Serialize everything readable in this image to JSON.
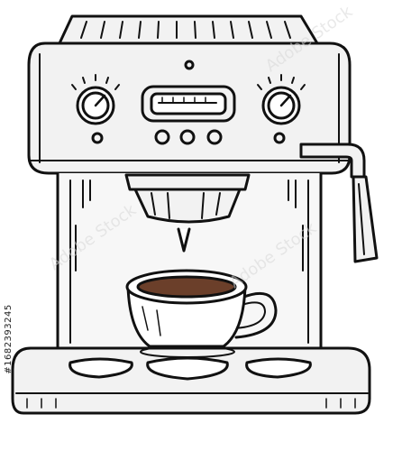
{
  "illustration": {
    "subject": "espresso machine with cup",
    "watermark_text": "Adobe Stock",
    "stock_id_text": "#1682393245",
    "colors": {
      "outline": "#111111",
      "body_fill": "#f2f2f2",
      "shade": "#dcdcdc",
      "coffee": "#6b3f2a",
      "background": "#ffffff"
    }
  }
}
